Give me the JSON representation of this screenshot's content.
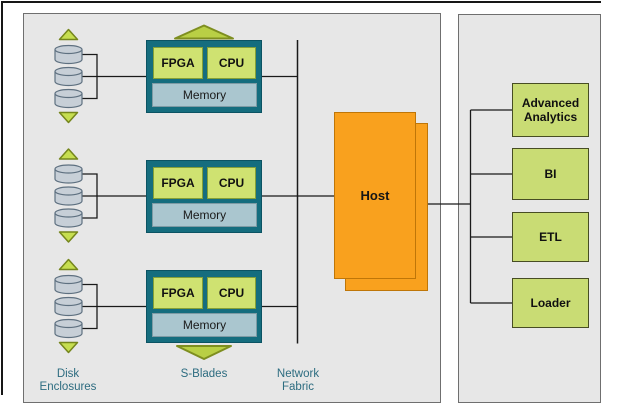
{
  "diagram": {
    "left_panel": {
      "columns": [
        {
          "label": "Disk Enclosures"
        },
        {
          "label": "S-Blades"
        },
        {
          "label": "Network Fabric"
        }
      ],
      "disk_stacks": {
        "count": 3,
        "disks_per_stack": 3
      },
      "sblade": {
        "count": 3,
        "fpga": "FPGA",
        "cpu": "CPU",
        "memory": "Memory"
      }
    },
    "host": {
      "label": "Host"
    },
    "right_panel": {
      "items": [
        {
          "label": "Advanced Analytics"
        },
        {
          "label": "BI"
        },
        {
          "label": "ETL"
        },
        {
          "label": "Loader"
        }
      ]
    },
    "colors": {
      "panel_gray": "#E7E7E7",
      "sblade_teal": "#156D7E",
      "chip_green": "#CFE271",
      "memory_blue_gray": "#AAC6CF",
      "host_orange": "#F9A11E",
      "app_green": "#C9DC74",
      "arrow_green": "#B9CF45",
      "disk_gray": "#C7CFD7",
      "label_teal": "#2D6C80",
      "connector_black": "#1a1a1a"
    }
  }
}
